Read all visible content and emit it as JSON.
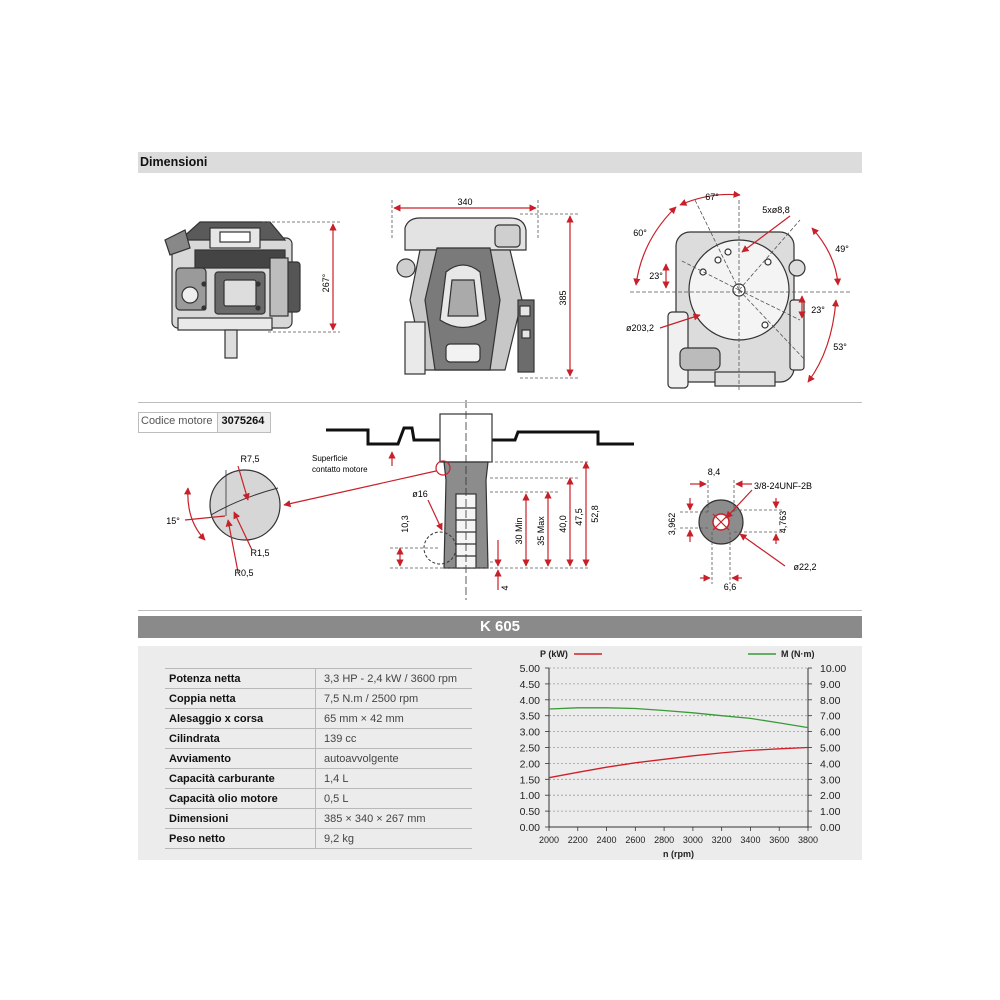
{
  "section_title": "Dimensioni",
  "dims": {
    "height_267": "267°",
    "width_340": "340",
    "height_385": "385",
    "angle_67": "67°",
    "angle_60": "60°",
    "bolt": "5xø8,8",
    "angle_49": "49°",
    "angle_23a": "23°",
    "angle_23b": "23°",
    "angle_53": "53°",
    "dia_203": "ø203,2"
  },
  "engine_code": {
    "label": "Codice motore",
    "value": "3075264"
  },
  "shaft": {
    "surface_line1": "Superficie",
    "surface_line2": "contatto motore",
    "r75": "R7,5",
    "r15": "R1,5",
    "r05": "R0,5",
    "a15": "15°",
    "d16": "ø16",
    "d103": "10,3",
    "d30": "30 Min",
    "d35": "35 Max",
    "d40": "40,0",
    "d475": "47,5",
    "d528": "52,8",
    "d4": "4",
    "d84": "8,4",
    "thread": "3/8-24UNF-2B",
    "d3962": "3,962",
    "d4763": "4,763",
    "d222": "ø22,2",
    "d66": "6,6"
  },
  "model": "K 605",
  "specs": [
    {
      "label": "Potenza netta",
      "value": "3,3 HP - 2,4 kW / 3600 rpm"
    },
    {
      "label": "Coppia netta",
      "value": "7,5 N.m / 2500 rpm"
    },
    {
      "label": "Alesaggio x corsa",
      "value": "65 mm × 42 mm"
    },
    {
      "label": "Cilindrata",
      "value": "139 cc"
    },
    {
      "label": "Avviamento",
      "value": "autoavvolgente"
    },
    {
      "label": "Capacità carburante",
      "value": "1,4 L"
    },
    {
      "label": "Capacità olio motore",
      "value": "0,5 L"
    },
    {
      "label": "Dimensioni",
      "value": "385 × 340 × 267 mm"
    },
    {
      "label": "Peso netto",
      "value": "9,2 kg"
    }
  ],
  "chart_data": {
    "type": "line",
    "xlabel": "n (rpm)",
    "x_ticks": [
      "2000",
      "2200",
      "2400",
      "2600",
      "2800",
      "3000",
      "3200",
      "3400",
      "3600",
      "3800"
    ],
    "xlim": [
      2000,
      3800
    ],
    "y_left": {
      "label": "P (kW)",
      "ylim": [
        0,
        5
      ],
      "ticks": [
        "0.00",
        "0.50",
        "1.00",
        "1.50",
        "2.00",
        "2.50",
        "3.00",
        "3.50",
        "4.00",
        "4.50",
        "5.00"
      ]
    },
    "y_right": {
      "label": "M (N·m)",
      "ylim": [
        0,
        10
      ],
      "ticks": [
        "0.00",
        "1.00",
        "2.00",
        "3.00",
        "4.00",
        "5.00",
        "6.00",
        "7.00",
        "8.00",
        "9.00",
        "10.00"
      ]
    },
    "series": [
      {
        "name": "P (kW)",
        "axis": "left",
        "color": "#d0202a",
        "x": [
          2000,
          2200,
          2400,
          2600,
          2800,
          3000,
          3200,
          3400,
          3600,
          3800
        ],
        "values": [
          1.55,
          1.72,
          1.88,
          2.02,
          2.13,
          2.24,
          2.33,
          2.41,
          2.46,
          2.5
        ]
      },
      {
        "name": "M (N·m)",
        "axis": "right",
        "color": "#3a9a3a",
        "x": [
          2000,
          2200,
          2400,
          2600,
          2800,
          3000,
          3200,
          3400,
          3600,
          3800
        ],
        "values": [
          7.42,
          7.5,
          7.5,
          7.45,
          7.33,
          7.18,
          7.0,
          6.83,
          6.55,
          6.25
        ]
      }
    ]
  }
}
